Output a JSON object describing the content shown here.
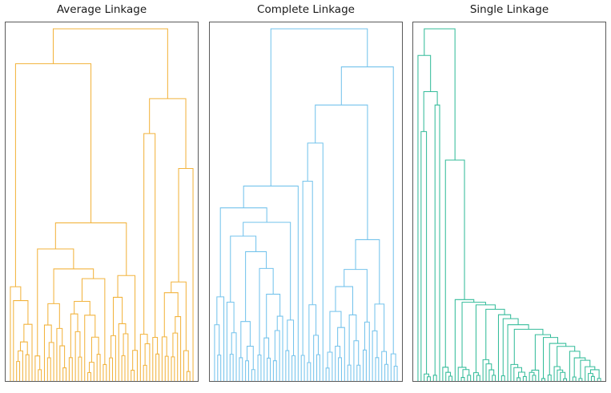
{
  "figure": {
    "background": "#ffffff",
    "panel_border_color": "#5a5a5a",
    "panel_count": 3
  },
  "panels": [
    {
      "key": "average",
      "title": "Average Linkage",
      "color": "#f2b33d",
      "linkage_method": "average"
    },
    {
      "key": "complete",
      "title": "Complete Linkage",
      "color": "#74c3ec",
      "linkage_method": "complete"
    },
    {
      "key": "single",
      "title": "Single Linkage",
      "color": "#34bc9a",
      "linkage_method": "single"
    }
  ],
  "chart_data": {
    "type": "line",
    "chart_subtype": "dendrogram",
    "title": "",
    "xlabel": "",
    "ylabel": "",
    "orientation": "top-down",
    "grid": false,
    "legend": false,
    "axis_ticks_visible": false,
    "n_leaves": 60,
    "panels": [
      {
        "name": "Average Linkage",
        "color": "#f2b33d",
        "xlim": [
          0,
          60
        ],
        "ylim": [
          0,
          1.0
        ],
        "description": "Balanced dendrogram with a single high root merge near the top of the axes; two large subtrees of comparable size.",
        "links": [
          {
            "x1": 1.2,
            "x2": 44.0,
            "h": 0.935,
            "h1": 0.72,
            "h2": 0.77
          },
          {
            "x1": 1.2,
            "x2": 4.0,
            "h": 0.72,
            "h1": 0.4,
            "h2": 0.62
          },
          {
            "x1": 1.2,
            "x2": 1.2,
            "h": 0.4,
            "h1": 0.0,
            "h2": 0.0
          },
          {
            "x1": 3.2,
            "x2": 5.6,
            "h": 0.62,
            "h1": 0.22,
            "h2": 0.3
          },
          {
            "x1": 3.2,
            "x2": 3.2,
            "h": 0.22,
            "h1": 0.0,
            "h2": 0.0
          },
          {
            "x1": 4.8,
            "x2": 6.4,
            "h": 0.3,
            "h1": 0.1,
            "h2": 0.12
          },
          {
            "x1": 33.0,
            "x2": 55.0,
            "h": 0.77,
            "h1": 0.56,
            "h2": 0.63
          },
          {
            "x1": 18.0,
            "x2": 48.0,
            "h": 0.56,
            "h1": 0.5,
            "h2": 0.45
          },
          {
            "x1": 12.0,
            "x2": 24.0,
            "h": 0.5,
            "h1": 0.36,
            "h2": 0.48
          },
          {
            "x1": 21.0,
            "x2": 27.0,
            "h": 0.48,
            "h1": 0.34,
            "h2": 0.42
          },
          {
            "x1": 25.0,
            "x2": 31.0,
            "h": 0.42,
            "h1": 0.3,
            "h2": 0.38
          },
          {
            "x1": 29.0,
            "x2": 37.0,
            "h": 0.38,
            "h1": 0.2,
            "h2": 0.28
          },
          {
            "x1": 46.0,
            "x2": 52.0,
            "h": 0.45,
            "h1": 0.18,
            "h2": 0.33
          },
          {
            "x1": 55.0,
            "x2": 55.0,
            "h": 0.63,
            "h1": 0.0,
            "h2": 0.0
          }
        ]
      },
      {
        "name": "Complete Linkage",
        "color": "#74c3ec",
        "xlim": [
          0,
          60
        ],
        "ylim": [
          0,
          1.0
        ],
        "description": "Compact, deeply nested dendrogram; root merge highest of the three panels, many medium-height internal merges spread evenly.",
        "links": [
          {
            "x1": 6.0,
            "x2": 16.0,
            "h": 0.96,
            "h1": 0.28,
            "h2": 0.55
          },
          {
            "x1": 2.0,
            "x2": 9.0,
            "h": 0.28,
            "h1": 0.03,
            "h2": 0.05
          },
          {
            "x1": 13.0,
            "x2": 26.0,
            "h": 0.55,
            "h1": 0.24,
            "h2": 0.26
          },
          {
            "x1": 19.0,
            "x2": 34.0,
            "h": 0.26,
            "h1": 0.2,
            "h2": 0.22
          },
          {
            "x1": 30.0,
            "x2": 44.0,
            "h": 0.22,
            "h1": 0.17,
            "h2": 0.19
          },
          {
            "x1": 40.0,
            "x2": 52.0,
            "h": 0.19,
            "h1": 0.12,
            "h2": 0.14
          }
        ]
      },
      {
        "name": "Single Linkage",
        "color": "#34bc9a",
        "xlim": [
          0,
          60
        ],
        "ylim": [
          0,
          1.0
        ],
        "description": "Strong chaining effect: a long staircase of successive low-height merges descending left to right, with one early isolated pair at top-left and one very long right-hand branch.",
        "links": [
          {
            "x1": 1.0,
            "x2": 4.0,
            "h": 0.93,
            "h1": 0.6,
            "h2": 0.72
          },
          {
            "x1": 1.0,
            "x2": 1.0,
            "h": 0.6,
            "h1": 0.0,
            "h2": 0.0
          },
          {
            "x1": 2.0,
            "x2": 8.0,
            "h": 0.72,
            "h1": 0.55,
            "h2": 0.68
          },
          {
            "x1": 5.0,
            "x2": 57.0,
            "h": 0.68,
            "h1": 0.64,
            "h2": 0.66
          },
          {
            "x1": 7.0,
            "x2": 12.0,
            "h": 0.64,
            "h1": 0.6,
            "h2": 0.62
          },
          {
            "x1": 10.0,
            "x2": 16.0,
            "h": 0.62,
            "h1": 0.57,
            "h2": 0.59
          },
          {
            "x1": 14.0,
            "x2": 22.0,
            "h": 0.59,
            "h1": 0.53,
            "h2": 0.55
          },
          {
            "x1": 20.0,
            "x2": 30.0,
            "h": 0.55,
            "h1": 0.48,
            "h2": 0.5
          },
          {
            "x1": 28.0,
            "x2": 40.0,
            "h": 0.5,
            "h1": 0.42,
            "h2": 0.45
          },
          {
            "x1": 38.0,
            "x2": 50.0,
            "h": 0.45,
            "h1": 0.35,
            "h2": 0.38
          },
          {
            "x1": 57.0,
            "x2": 57.0,
            "h": 0.66,
            "h1": 0.0,
            "h2": 0.0
          }
        ]
      }
    ]
  }
}
